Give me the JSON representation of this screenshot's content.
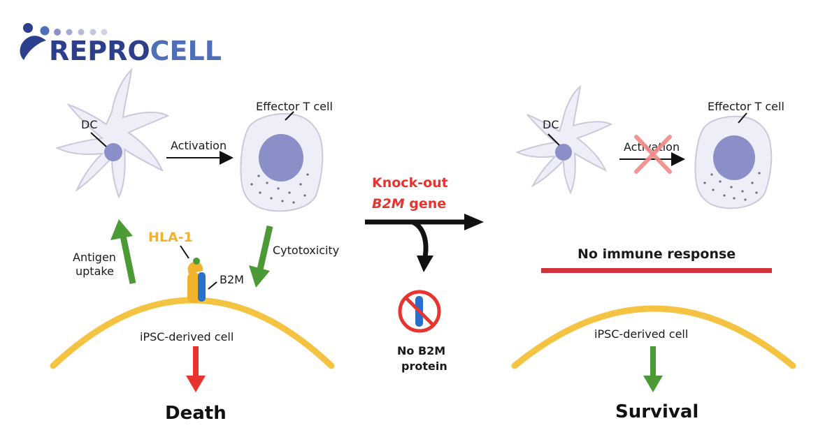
{
  "logo": {
    "text_dark": "REPRO",
    "text_light": "CELL",
    "colors": {
      "dark": "#2c3f8c",
      "light": "#4f6fb8",
      "dots": "#b8b9d6"
    }
  },
  "left_panel": {
    "dc_label": "DC",
    "tcell_label": "Effector T cell",
    "activation_label": "Activation",
    "hla_label": "HLA-1",
    "b2m_label": "B2M",
    "antigen_line1": "Antigen",
    "antigen_line2": "uptake",
    "cytotoxicity_label": "Cytotoxicity",
    "cell_label": "iPSC-derived cell",
    "outcome": "Death"
  },
  "middle": {
    "knockout_line1": "Knock-out",
    "knockout_line2_italic": "B2M",
    "knockout_line2_rest": " gene",
    "no_protein_line1": "No B2M",
    "no_protein_line2": "protein"
  },
  "right_panel": {
    "dc_label": "DC",
    "tcell_label": "Effector T cell",
    "activation_label": "Activation",
    "no_response_label": "No immune response",
    "cell_label": "iPSC-derived cell",
    "outcome": "Survival"
  },
  "colors": {
    "cell_fill": "#eeeef8",
    "cell_stroke": "#c9c9dc",
    "nucleus": "#8b8fc8",
    "membrane": "#f5c342",
    "green_arrow": "#4c9a36",
    "red": "#e8332f",
    "hla_yellow": "#f0b32a",
    "b2m_blue": "#2a6fcc",
    "black": "#111111"
  },
  "icons": {
    "dc": "dendritic-cell-icon",
    "tcell": "t-cell-icon",
    "blocked": "prohibited-icon",
    "cross": "cross-mark-icon"
  }
}
